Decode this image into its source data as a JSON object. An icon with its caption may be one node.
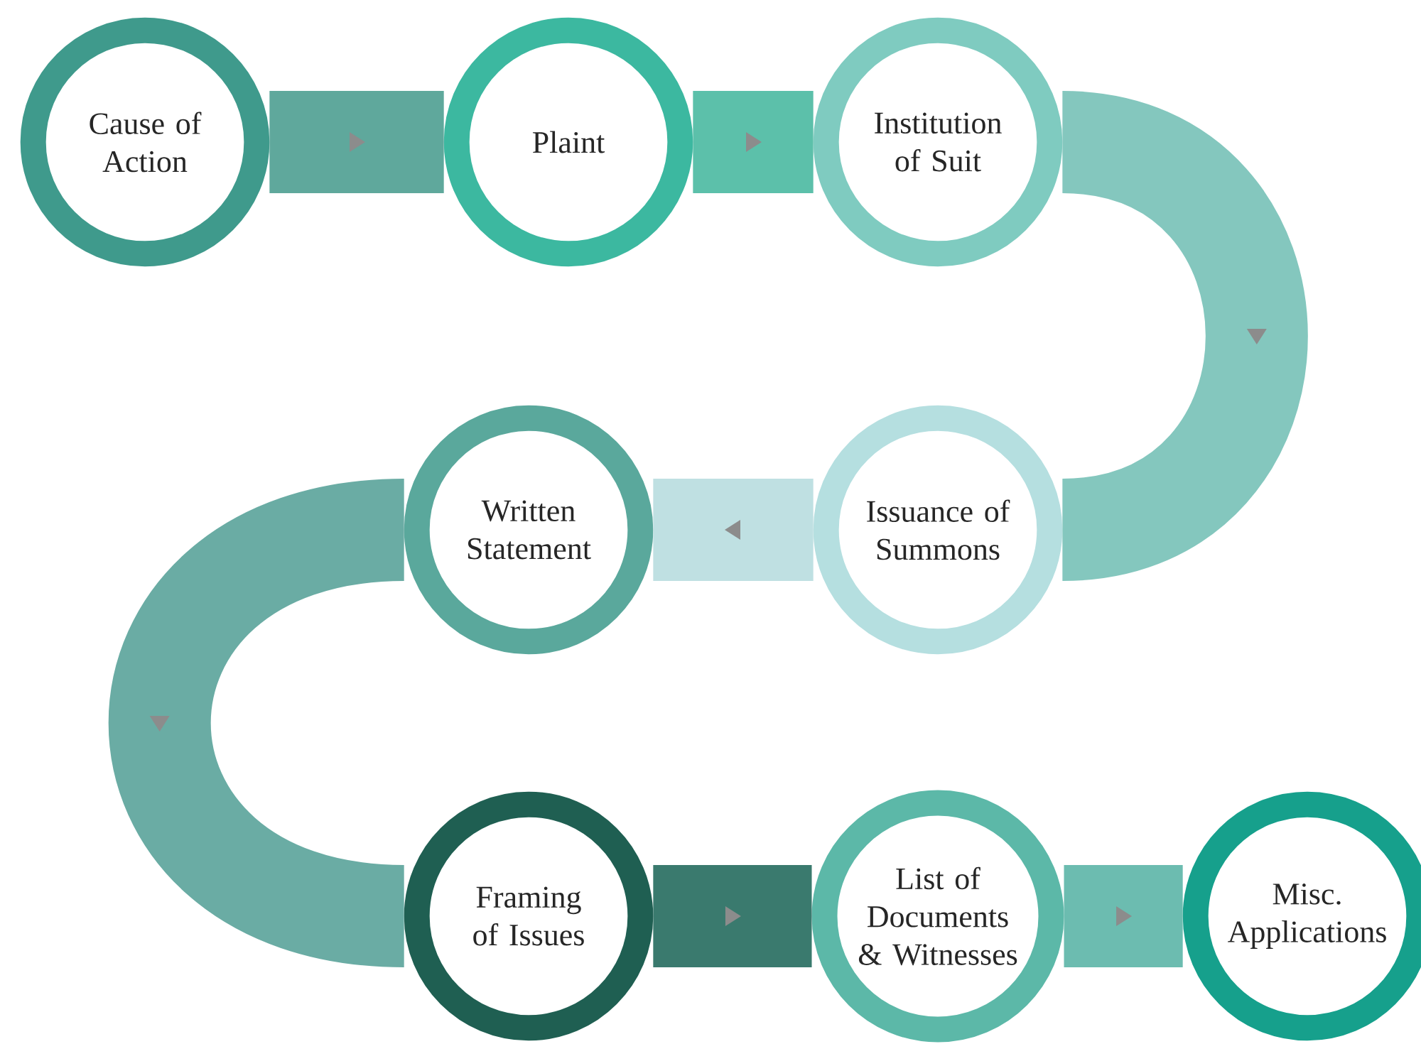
{
  "diagram": {
    "nodes": [
      {
        "text": [
          "Cause of Action"
        ]
      },
      {
        "text": [
          "Plaint"
        ]
      },
      {
        "text": [
          "Institution of Suit"
        ]
      },
      {
        "text": [
          "Issuance of Summons"
        ]
      },
      {
        "text": [
          "Written Statement"
        ]
      },
      {
        "text": [
          "Framing of Issues"
        ]
      },
      {
        "text": [
          "List of Documents & Witnesses"
        ]
      },
      {
        "text": [
          "Misc. Applications"
        ]
      }
    ],
    "edges": [
      {
        "from": 0,
        "to": 1,
        "arrow": "to",
        "color": "#5fa89c"
      },
      {
        "from": 1,
        "to": 2,
        "arrow": "to",
        "color": "#5cc0aa"
      },
      {
        "from": 2,
        "to": 3,
        "arrow": "to",
        "color": "#84c7be"
      },
      {
        "from": 3,
        "to": 4,
        "arrow": "to",
        "color": "#bfe0e2"
      },
      {
        "from": 4,
        "to": 5,
        "arrow": "to",
        "color": "#6aaca4"
      },
      {
        "from": 5,
        "to": 6,
        "arrow": "to",
        "color": "#3a7a6e"
      },
      {
        "from": 6,
        "to": 7,
        "arrow": "to",
        "color": "#6cbcb0"
      }
    ]
  }
}
